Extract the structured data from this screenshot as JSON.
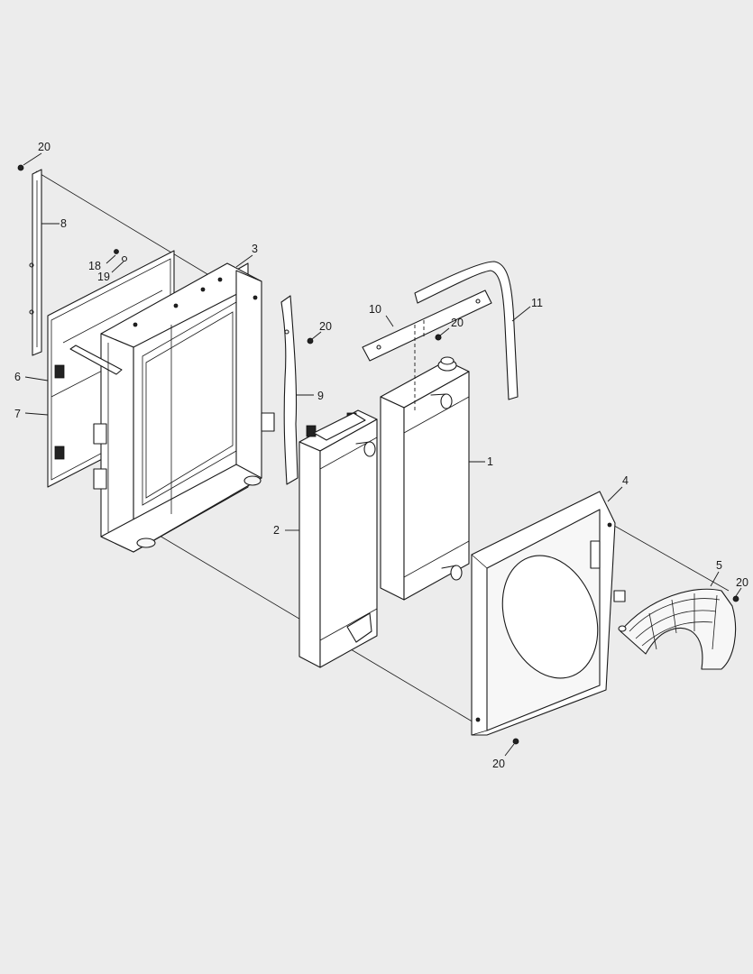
{
  "callouts": [
    {
      "id": "c-20a",
      "text": "20"
    },
    {
      "id": "c-8",
      "text": "8"
    },
    {
      "id": "c-3",
      "text": "3"
    },
    {
      "id": "c-18",
      "text": "18"
    },
    {
      "id": "c-19",
      "text": "19"
    },
    {
      "id": "c-20b",
      "text": "20"
    },
    {
      "id": "c-10",
      "text": "10"
    },
    {
      "id": "c-20c",
      "text": "20"
    },
    {
      "id": "c-11",
      "text": "11"
    },
    {
      "id": "c-6",
      "text": "6"
    },
    {
      "id": "c-7",
      "text": "7"
    },
    {
      "id": "c-9",
      "text": "9"
    },
    {
      "id": "c-1",
      "text": "1"
    },
    {
      "id": "c-2",
      "text": "2"
    },
    {
      "id": "c-4",
      "text": "4"
    },
    {
      "id": "c-5",
      "text": "5"
    },
    {
      "id": "c-20d",
      "text": "20"
    },
    {
      "id": "c-20e",
      "text": "20"
    }
  ]
}
